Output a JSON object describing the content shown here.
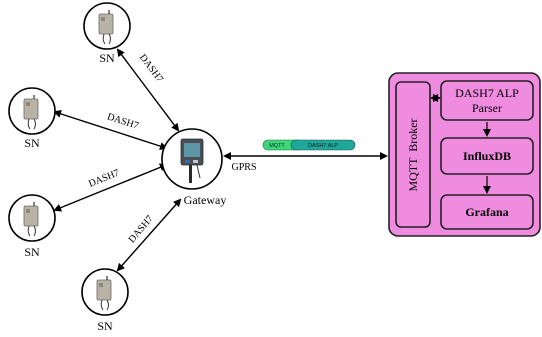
{
  "sensor_node_label": "SN",
  "link_label": "DASH7",
  "gateway": {
    "label": "Gateway"
  },
  "uplink": {
    "label": "GPRS",
    "badge_mqtt": "MQTT",
    "badge_alp": "DASH7 ALP"
  },
  "backend": {
    "broker": "MQTT  Broker",
    "parser_line1": "DASH7 ALP",
    "parser_line2": "Parser",
    "database": "InfluxDB",
    "dashboard": "Grafana"
  },
  "colors": {
    "backend_fill": "#f08ce0",
    "backend_border": "#222222",
    "badge_mqtt": "#3dd67a",
    "badge_alp": "#1fa79a",
    "arrow": "#000000"
  }
}
